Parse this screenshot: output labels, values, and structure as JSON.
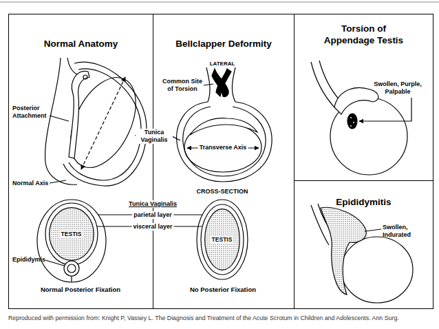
{
  "diagram": {
    "caption": "Reproduced with permission from: Knight P, Vassey L. The Diagnosis and Treatment of the Acute Scrotum in Children and Adolescents. Ann Surg.",
    "nodes": [
      {
        "text": [
          "Normal Anatomy"
        ]
      },
      {
        "text": [
          "TESTIS"
        ],
        "in": 0
      },
      {
        "text": [
          "Bellclapper Deformity"
        ]
      },
      {
        "text": [
          "TESTIS"
        ],
        "in": 2
      },
      {
        "text": [
          "Torsion of Appendage Testis"
        ]
      },
      {
        "text": [
          "Epididymitis"
        ]
      }
    ],
    "labels": [
      "Posterior Attachment",
      "Normal Axis",
      "Tunica Vaginalis",
      "LATERAL",
      "Common Site of Torsion",
      "Transverse Axis",
      "CROSS-SECTION",
      "Tunica Vaginalis",
      "parietal layer",
      "visceral layer",
      "Epididymis",
      "Normal Posterior Fixation",
      "No Posterior Fixation",
      "Swollen, Purple, Palpable",
      "Swollen, Indurated"
    ]
  }
}
